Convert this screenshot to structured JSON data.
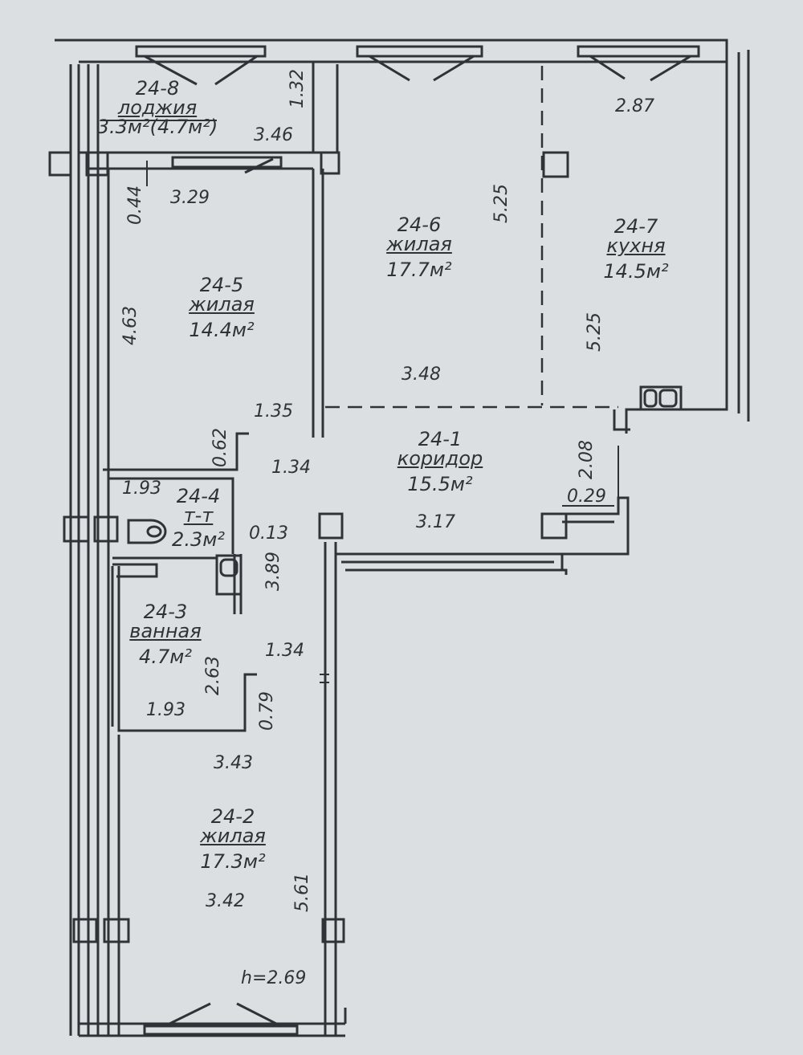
{
  "rooms": {
    "r248": {
      "code": "24-8",
      "name": "лоджия",
      "area": "3.3м²(4.7м²)"
    },
    "r246": {
      "code": "24-6",
      "name": "жилая",
      "area": "17.7м²"
    },
    "r247": {
      "code": "24-7",
      "name": "кухня",
      "area": "14.5м²"
    },
    "r245": {
      "code": "24-5",
      "name": "жилая",
      "area": "14.4м²"
    },
    "r241": {
      "code": "24-1",
      "name": "коридор",
      "area": "15.5м²"
    },
    "r244": {
      "code": "24-4",
      "name": "т-т",
      "area": "2.3м²"
    },
    "r243": {
      "code": "24-3",
      "name": "ванная",
      "area": "4.7м²"
    },
    "r242": {
      "code": "24-2",
      "name": "жилая",
      "area": "17.3м²"
    }
  },
  "dims": {
    "d132": "1.32",
    "d346": "3.46",
    "d044": "0.44",
    "d329": "3.29",
    "d287": "2.87",
    "d525a": "5.25",
    "d525b": "5.25",
    "d463": "4.63",
    "d348": "3.48",
    "d135": "1.35",
    "d062": "0.62",
    "d134a": "1.34",
    "d193a": "1.93",
    "d208": "2.08",
    "d029": "0.29",
    "d317": "3.17",
    "d013": "0.13",
    "d389": "3.89",
    "d134b": "1.34",
    "d263": "2.63",
    "d079": "0.79",
    "d193b": "1.93",
    "d343": "3.43",
    "d342": "3.42",
    "d561": "5.61",
    "height": "h=2.69"
  },
  "colors": {
    "paper": "#dcdfe2",
    "ink": "#2f3338"
  }
}
